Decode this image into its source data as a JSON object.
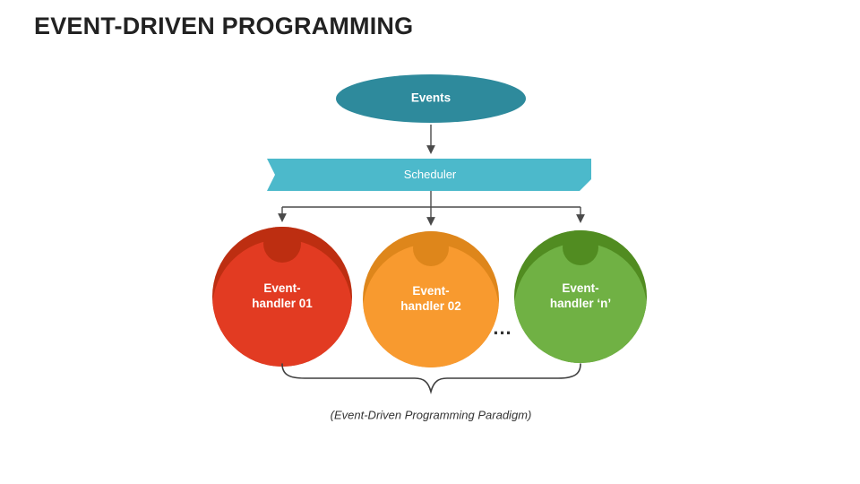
{
  "slide": {
    "title": "EVENT-DRIVEN PROGRAMMING",
    "caption": "(Event-Driven Programming Paradigm)"
  },
  "diagram": {
    "events": {
      "label": "Events",
      "fill": "#2E8A9C"
    },
    "scheduler": {
      "label": "Scheduler",
      "fill": "#4CB9CB"
    },
    "handlers": [
      {
        "line1": "Event-",
        "line2": "handler 01",
        "fill": "#E23B22",
        "accent": "#BD2E11"
      },
      {
        "line1": "Event-",
        "line2": "handler 02",
        "fill": "#F89A2F",
        "accent": "#DE861B"
      },
      {
        "line1": "Event-",
        "line2": "handler ‘n’",
        "fill": "#70B144",
        "accent": "#518C21"
      }
    ],
    "ellipsis": "...",
    "connector_color": "#4A4A4A"
  }
}
